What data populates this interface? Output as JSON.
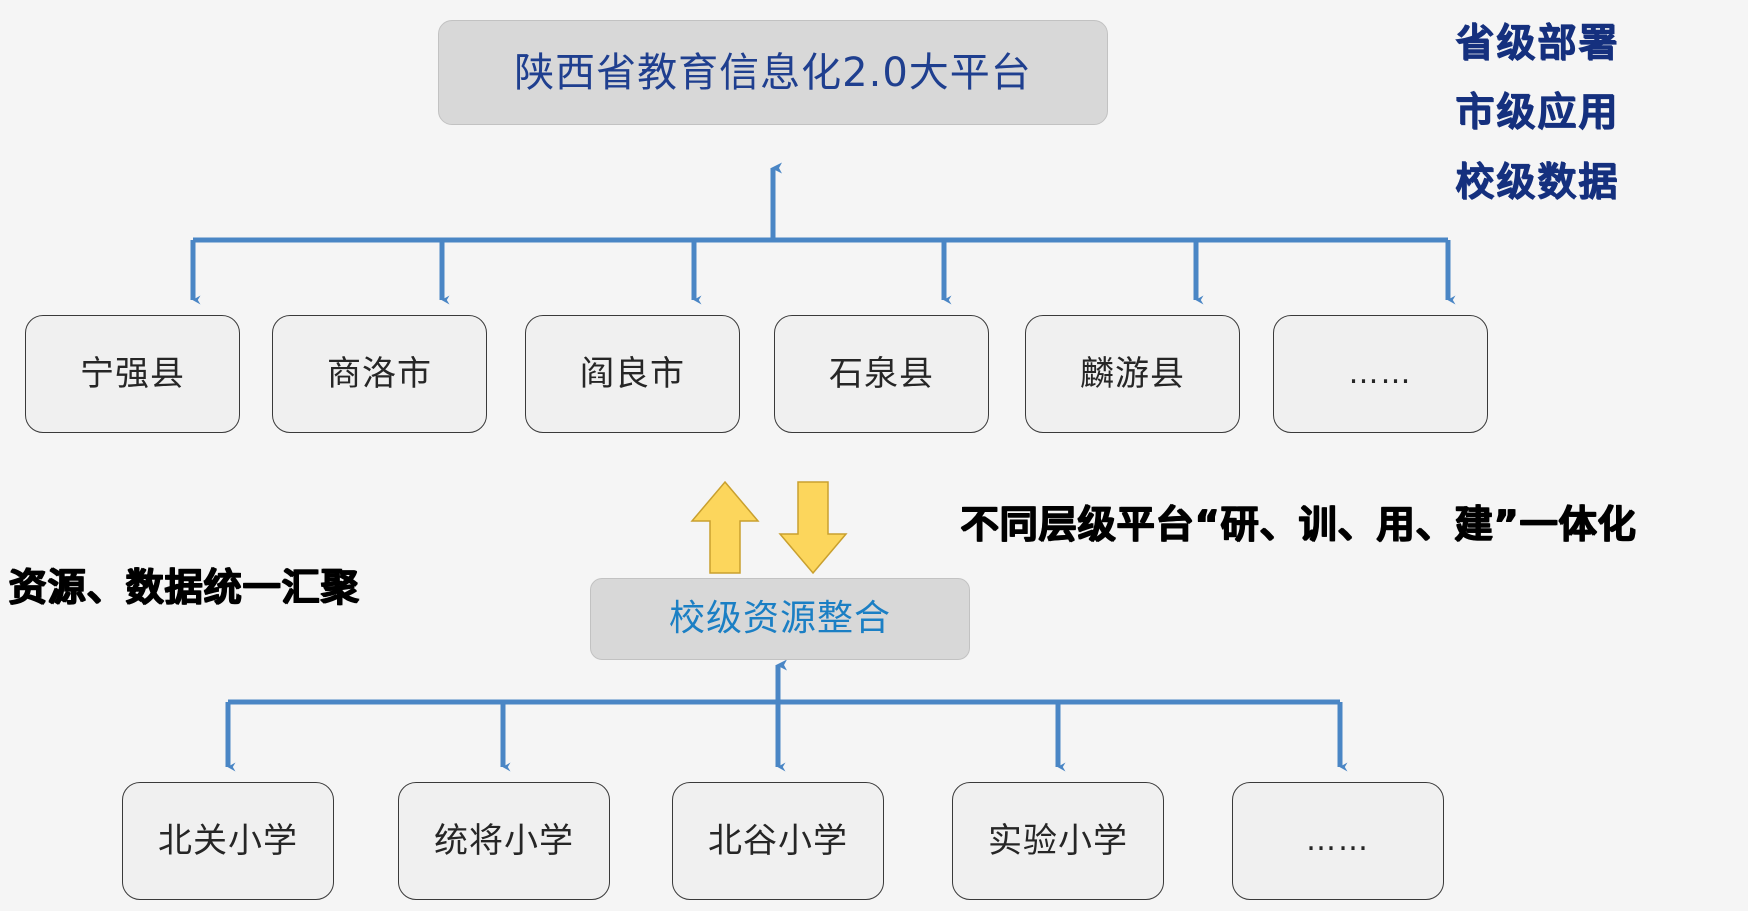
{
  "diagram": {
    "title_box": {
      "label": "陕西省教育信息化2.0大平台",
      "color": "#1f3f8f",
      "fill": "#d8d8d8"
    },
    "tier_labels": [
      {
        "name": "province-deployment",
        "label": "省级部署"
      },
      {
        "name": "city-application",
        "label": "市级应用"
      },
      {
        "name": "school-data",
        "label": "校级数据"
      }
    ],
    "tier_label_color": "#15307e",
    "region_nodes": [
      {
        "label": "宁强县"
      },
      {
        "label": "商洛市"
      },
      {
        "label": "阎良市"
      },
      {
        "label": "石泉县"
      },
      {
        "label": "麟游县"
      },
      {
        "label": "……"
      }
    ],
    "exchange": {
      "up_arrow_icon": "arrow-up-icon",
      "down_arrow_icon": "arrow-down-icon",
      "arrow_color": "#fcd65c"
    },
    "notes": {
      "left": "资源、数据统一汇聚",
      "right": "不同层级平台“研、训、用、建”一体化",
      "color": "#000000"
    },
    "school_integration_box": {
      "label": "校级资源整合",
      "color": "#1b7fc4",
      "fill": "#d8d8d8"
    },
    "school_nodes": [
      {
        "label": "北关小学"
      },
      {
        "label": "统将小学"
      },
      {
        "label": "北谷小学"
      },
      {
        "label": "实验小学"
      },
      {
        "label": "……"
      }
    ],
    "connector_color": "#4a86c5"
  }
}
